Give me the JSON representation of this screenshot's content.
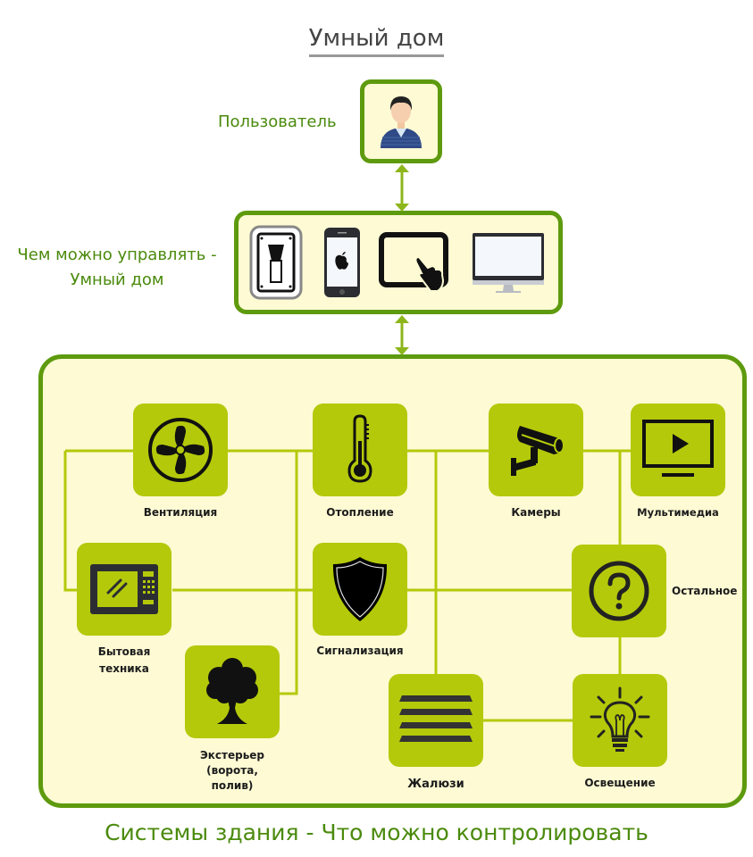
{
  "title": "Умный дом",
  "user": {
    "label": "Пользователь",
    "icon": "user-avatar-icon"
  },
  "controllers": {
    "label_line1": "Чем можно управлять -",
    "label_line2": "Умный дом",
    "devices": [
      {
        "name": "wall-switch",
        "icon": "light-switch-icon"
      },
      {
        "name": "smartphone",
        "icon": "apple-phone-icon"
      },
      {
        "name": "tablet",
        "icon": "touch-tablet-icon"
      },
      {
        "name": "computer",
        "icon": "monitor-icon"
      }
    ]
  },
  "systems": {
    "caption": "Системы здания - Что можно контролировать",
    "nodes": [
      {
        "id": "ventilation",
        "label": "Вентиляция",
        "icon": "fan-icon"
      },
      {
        "id": "heating",
        "label": "Отопление",
        "icon": "thermometer-icon"
      },
      {
        "id": "cameras",
        "label": "Камеры",
        "icon": "security-camera-icon"
      },
      {
        "id": "multimedia",
        "label": "Мультимедиа",
        "icon": "tv-play-icon"
      },
      {
        "id": "appliances",
        "label_line1": "Бытовая",
        "label_line2": "техника",
        "icon": "microwave-icon"
      },
      {
        "id": "alarm",
        "label": "Сигнализация",
        "icon": "shield-icon"
      },
      {
        "id": "other",
        "label": "Остальное",
        "icon": "question-icon"
      },
      {
        "id": "exterior",
        "label_line1": "Экстерьер",
        "label_line2": "(ворота,",
        "label_line3": "полив)",
        "icon": "tree-icon"
      },
      {
        "id": "blinds",
        "label": "Жалюзи",
        "icon": "blinds-icon"
      },
      {
        "id": "lighting",
        "label": "Освещение",
        "icon": "lightbulb-icon"
      }
    ]
  },
  "colors": {
    "frame_green": "#5e9a0e",
    "node_green": "#b4c90a",
    "line_green": "#b4c90a",
    "box_fill": "#fdfad4",
    "label_green": "#4a8a0c"
  }
}
